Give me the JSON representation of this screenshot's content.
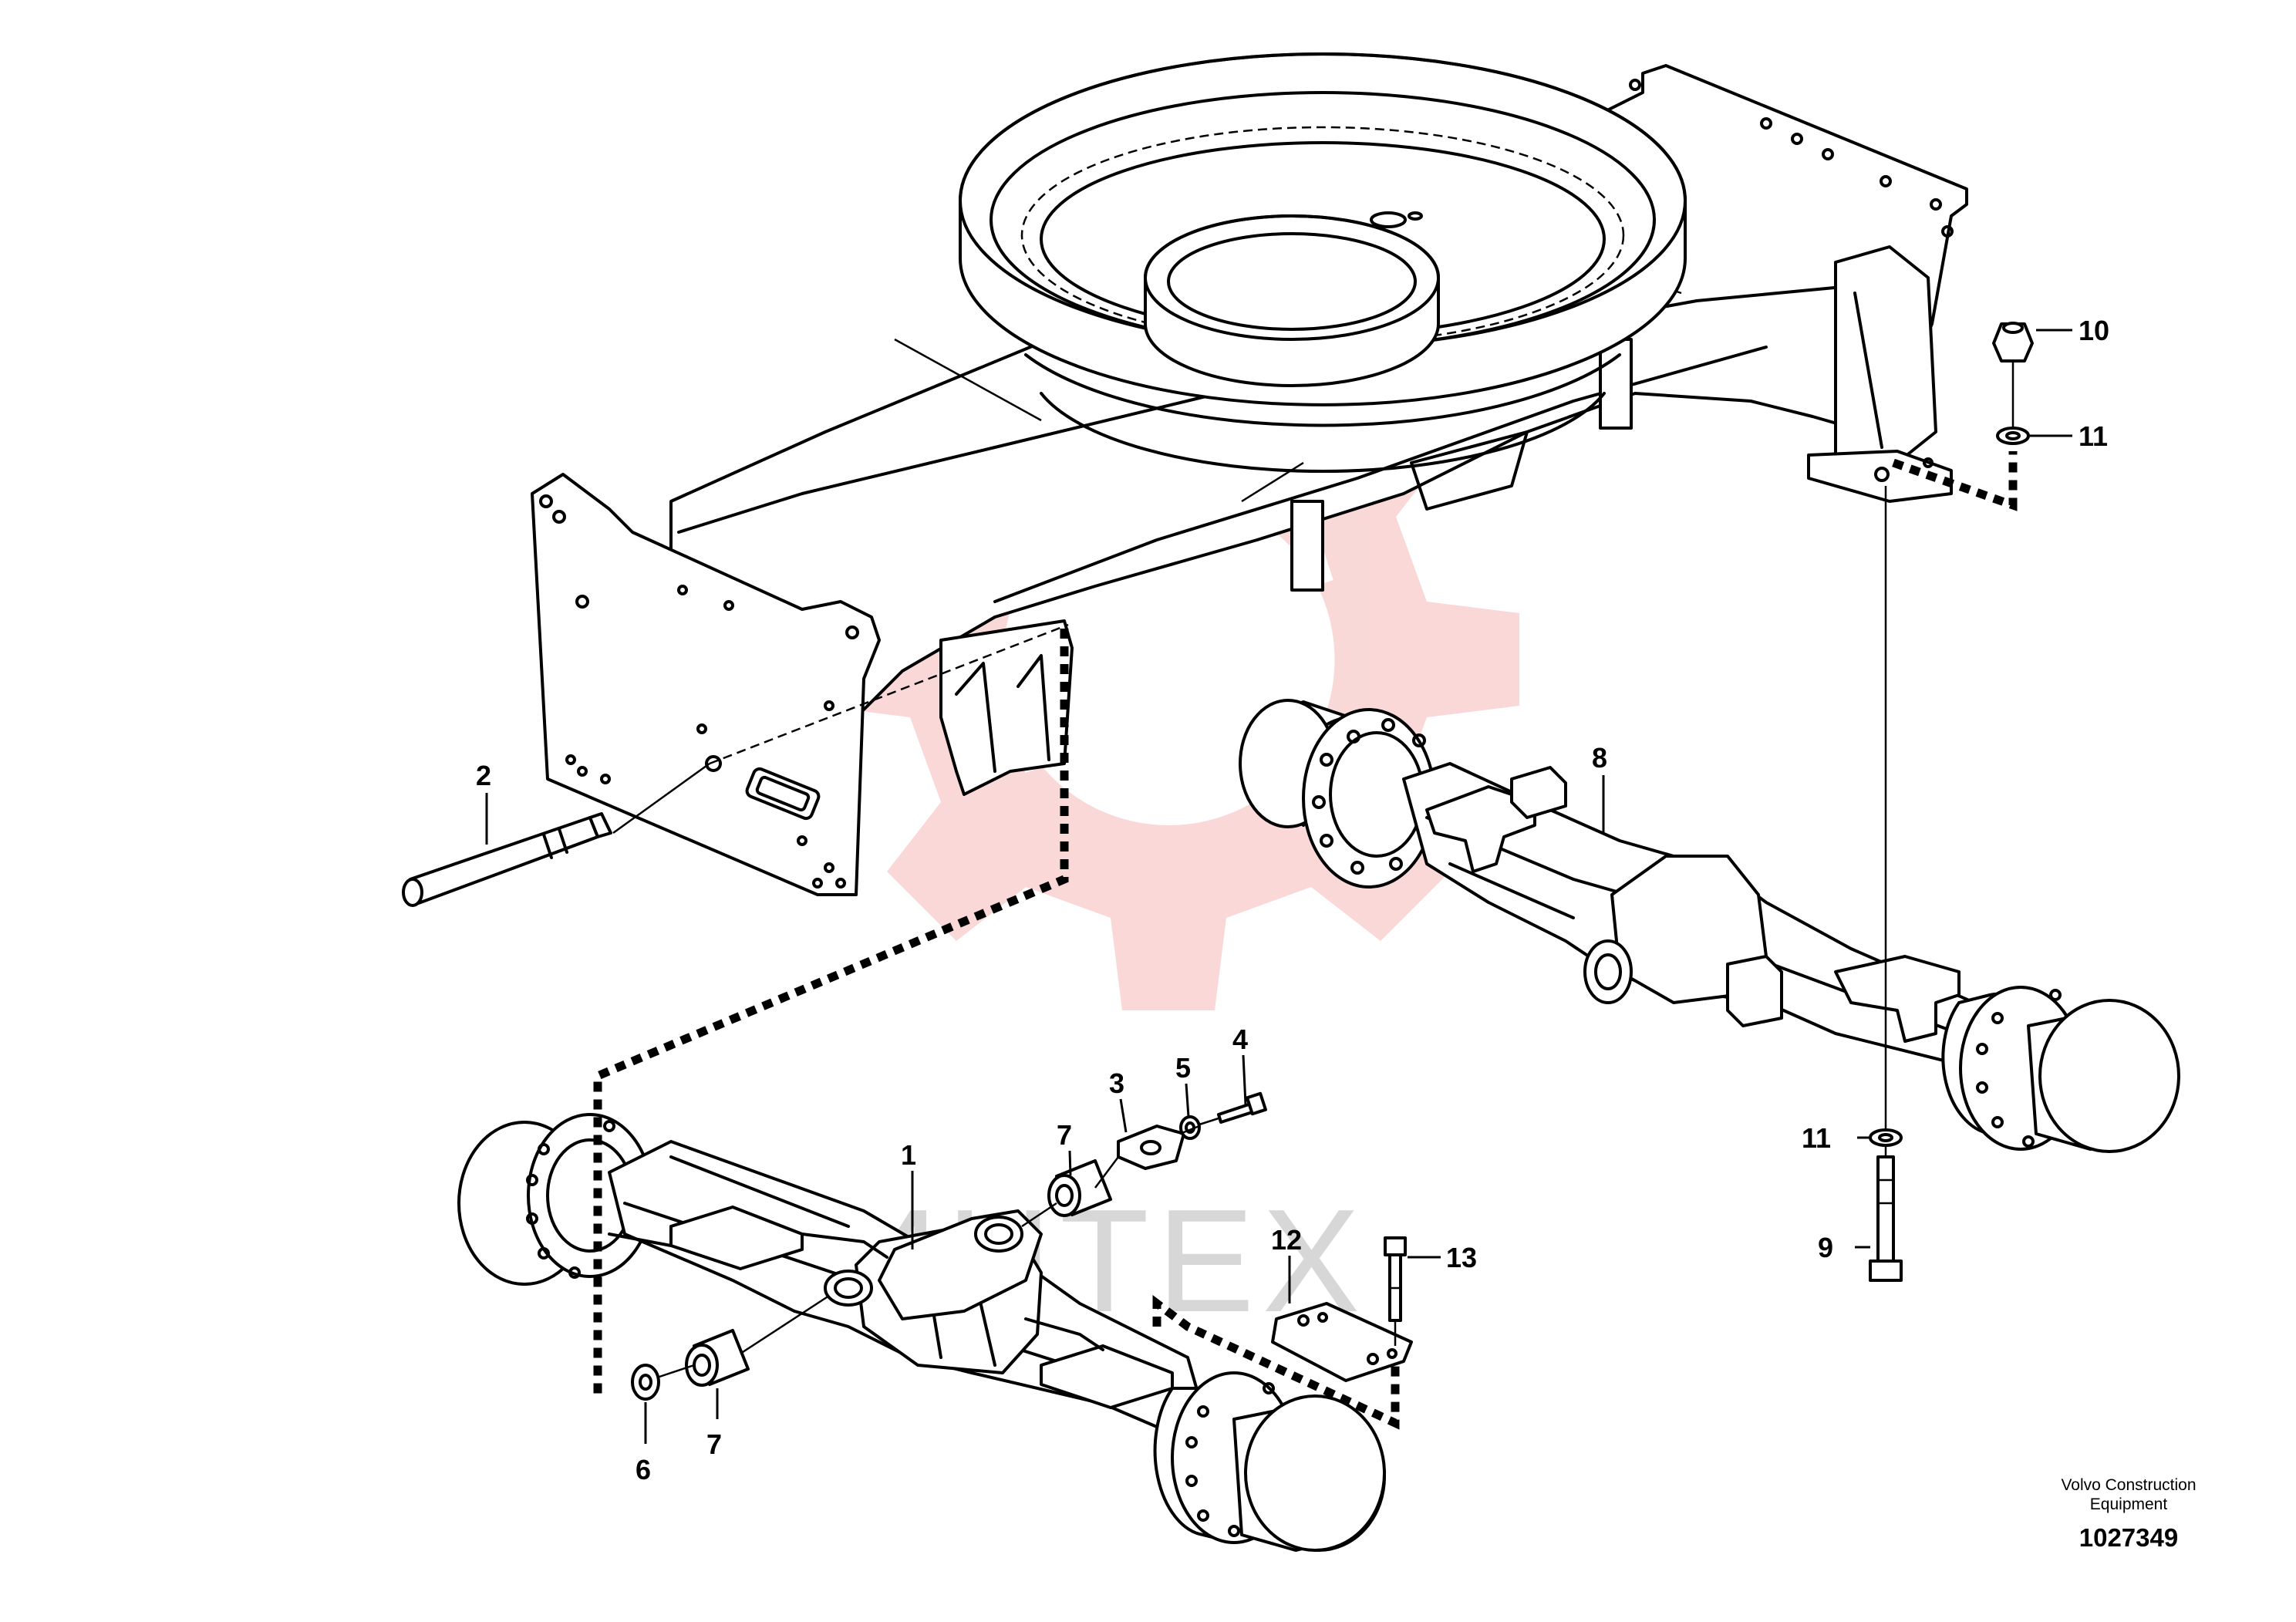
{
  "callouts": {
    "c1": "1",
    "c2": "2",
    "c3": "3",
    "c4": "4",
    "c5": "5",
    "c6": "6",
    "c7a": "7",
    "c7b": "7",
    "c8": "8",
    "c9": "9",
    "c10": "10",
    "c11a": "11",
    "c11b": "11",
    "c12": "12",
    "c13": "13"
  },
  "brand": {
    "line1": "Volvo Construction",
    "line2": "Equipment"
  },
  "document_number": "1027349",
  "watermark": {
    "text": "ИНТЕХ",
    "color": "#f3a9a9"
  }
}
